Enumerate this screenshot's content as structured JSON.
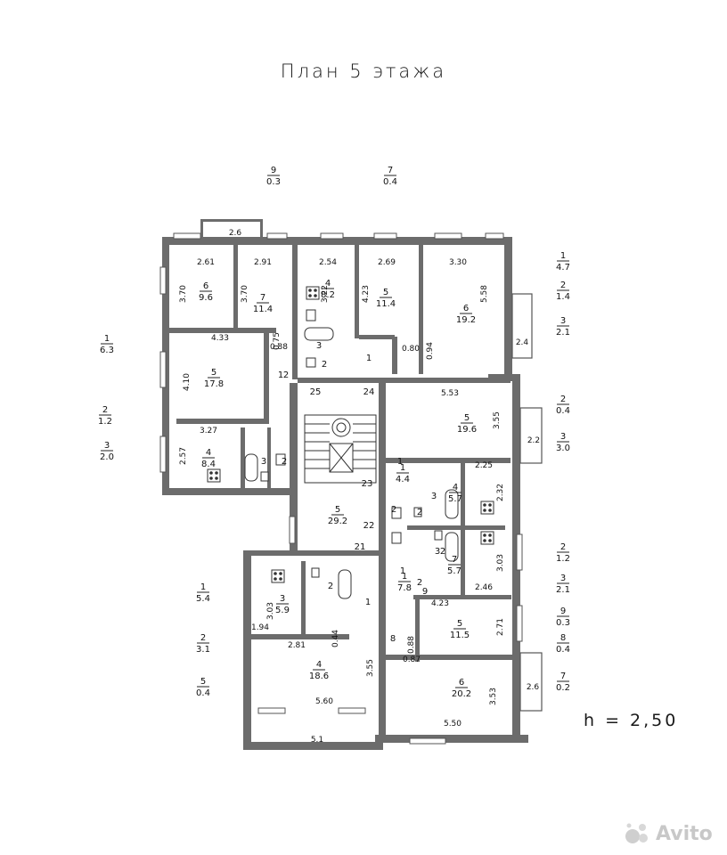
{
  "title": "План 5 этажа",
  "height_label": "h  =  2,50",
  "watermark": "Avito",
  "rooms": [
    {
      "n": "6",
      "area": "9.6"
    },
    {
      "n": "7",
      "area": "11.4"
    },
    {
      "n": "4",
      "area": "8.2"
    },
    {
      "n": "5",
      "area": "11.4"
    },
    {
      "n": "6",
      "area": "19.2"
    },
    {
      "n": "5",
      "area": "17.8"
    },
    {
      "n": "4",
      "area": "8.4"
    },
    {
      "n": "5",
      "area": "19.6"
    },
    {
      "n": "1",
      "area": "4.4"
    },
    {
      "n": "4",
      "area": "5.7"
    },
    {
      "n": "5",
      "area": "29.2"
    },
    {
      "n": "7",
      "area": "5.7"
    },
    {
      "n": "1",
      "area": "7.8"
    },
    {
      "n": "3",
      "area": "5.9"
    },
    {
      "n": "5",
      "area": "11.5"
    },
    {
      "n": "4",
      "area": "18.6"
    },
    {
      "n": "6",
      "area": "20.2"
    }
  ],
  "outside_labels": [
    {
      "n": "9",
      "area": "0.3"
    },
    {
      "n": "7",
      "area": "0.4"
    },
    {
      "n": "1",
      "area": "6.3"
    },
    {
      "n": "2",
      "area": "1.2"
    },
    {
      "n": "3",
      "area": "2.0"
    },
    {
      "n": "1",
      "area": "4.7"
    },
    {
      "n": "2",
      "area": "1.4"
    },
    {
      "n": "3",
      "area": "2.1"
    },
    {
      "n": "2",
      "area": "0.4"
    },
    {
      "n": "3",
      "area": "3.0"
    },
    {
      "n": "2",
      "area": "1.2"
    },
    {
      "n": "3",
      "area": "2.1"
    },
    {
      "n": "9",
      "area": "0.3"
    },
    {
      "n": "8",
      "area": "0.4"
    },
    {
      "n": "7",
      "area": "0.2"
    },
    {
      "n": "1",
      "area": "5.4"
    },
    {
      "n": "2",
      "area": "3.1"
    },
    {
      "n": "5",
      "area": "0.4"
    }
  ],
  "dimensions": [
    "2.6",
    "2.61",
    "2.91",
    "2.54",
    "2.69",
    "3.30",
    "3.70",
    "3.70",
    "3.22",
    "4.23",
    "5.58",
    "4.33",
    "0.75",
    "0.88",
    "0.80",
    "0.94",
    "2.4",
    "4.10",
    "3.27",
    "2.57",
    "5.53",
    "3.55",
    "2.2",
    "2.25",
    "2.32",
    "3.03",
    "2.46",
    "4.23",
    "2.71",
    "0.88",
    "0.87",
    "3.53",
    "2.6",
    "5.50",
    "3.03",
    "1.94",
    "2.81",
    "0.44",
    "3.55",
    "5.60",
    "5.1"
  ],
  "room_numbers": [
    "3",
    "2",
    "1",
    "1",
    "2",
    "3",
    "2",
    "25",
    "24",
    "23",
    "22",
    "21",
    "1",
    "3",
    "2",
    "2",
    "3",
    "2",
    "2",
    "1",
    "8",
    "9",
    "1",
    "2"
  ]
}
